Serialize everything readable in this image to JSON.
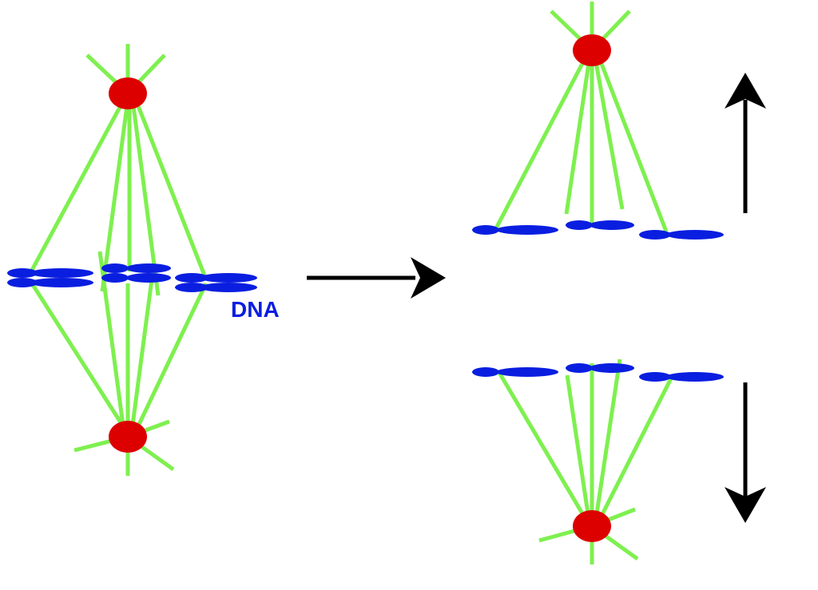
{
  "diagram": {
    "label": "DNA",
    "colors": {
      "fiber": "#7ef04f",
      "chromosome": "#0a1ee0",
      "centrosome": "#dd0000",
      "arrow": "#000000",
      "label": "#0a1ee0"
    },
    "stages": [
      "metaphase",
      "anaphase"
    ],
    "arrows": [
      "transition-right",
      "pole-up",
      "pole-down"
    ]
  }
}
